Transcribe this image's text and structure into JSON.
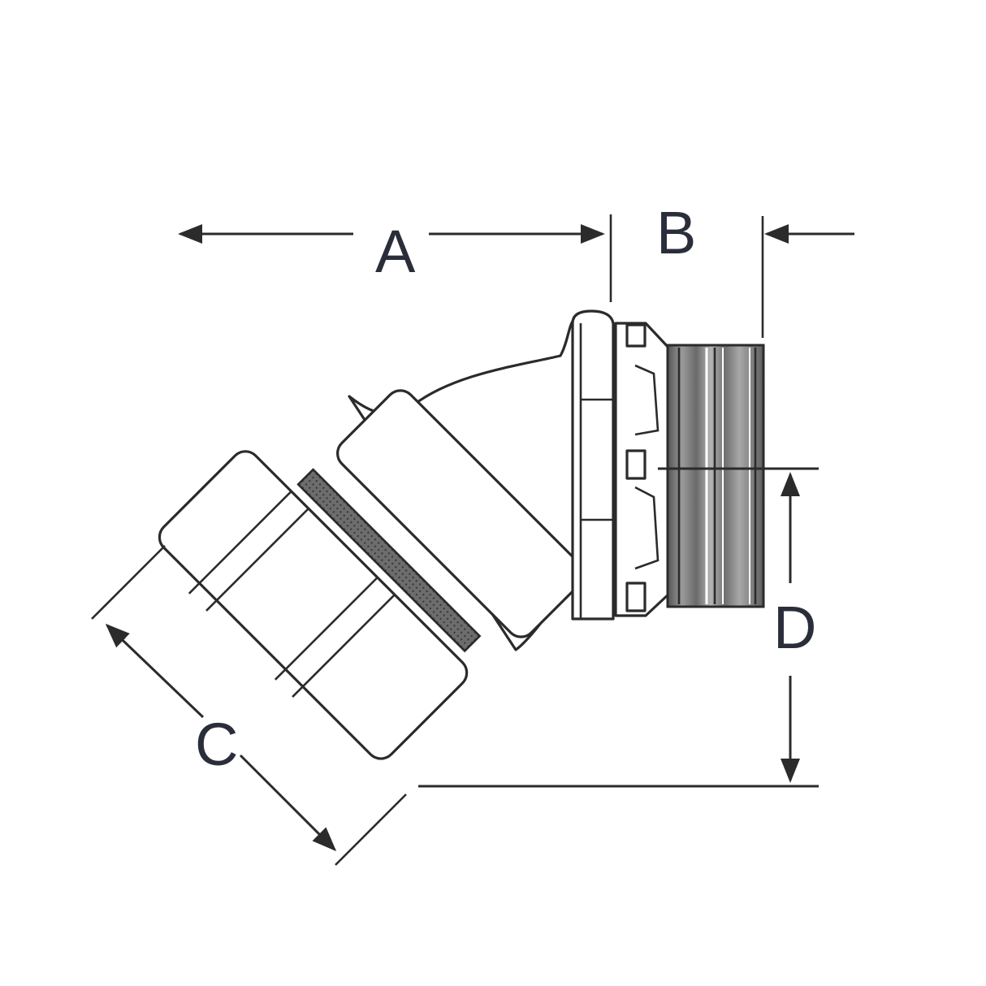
{
  "figure": {
    "subject": "45-degree conduit fitting with locknut and threaded end",
    "background": "#ffffff",
    "line_color": "#2b2b2b",
    "label_color": "#2a2e3a"
  },
  "dimensions": {
    "A": {
      "label": "A",
      "description": "overall length of angled body"
    },
    "B": {
      "label": "B",
      "description": "thread length"
    },
    "C": {
      "label": "C",
      "description": "across flats of hex nut"
    },
    "D": {
      "label": "D",
      "description": "drop height from thread centerline"
    }
  }
}
